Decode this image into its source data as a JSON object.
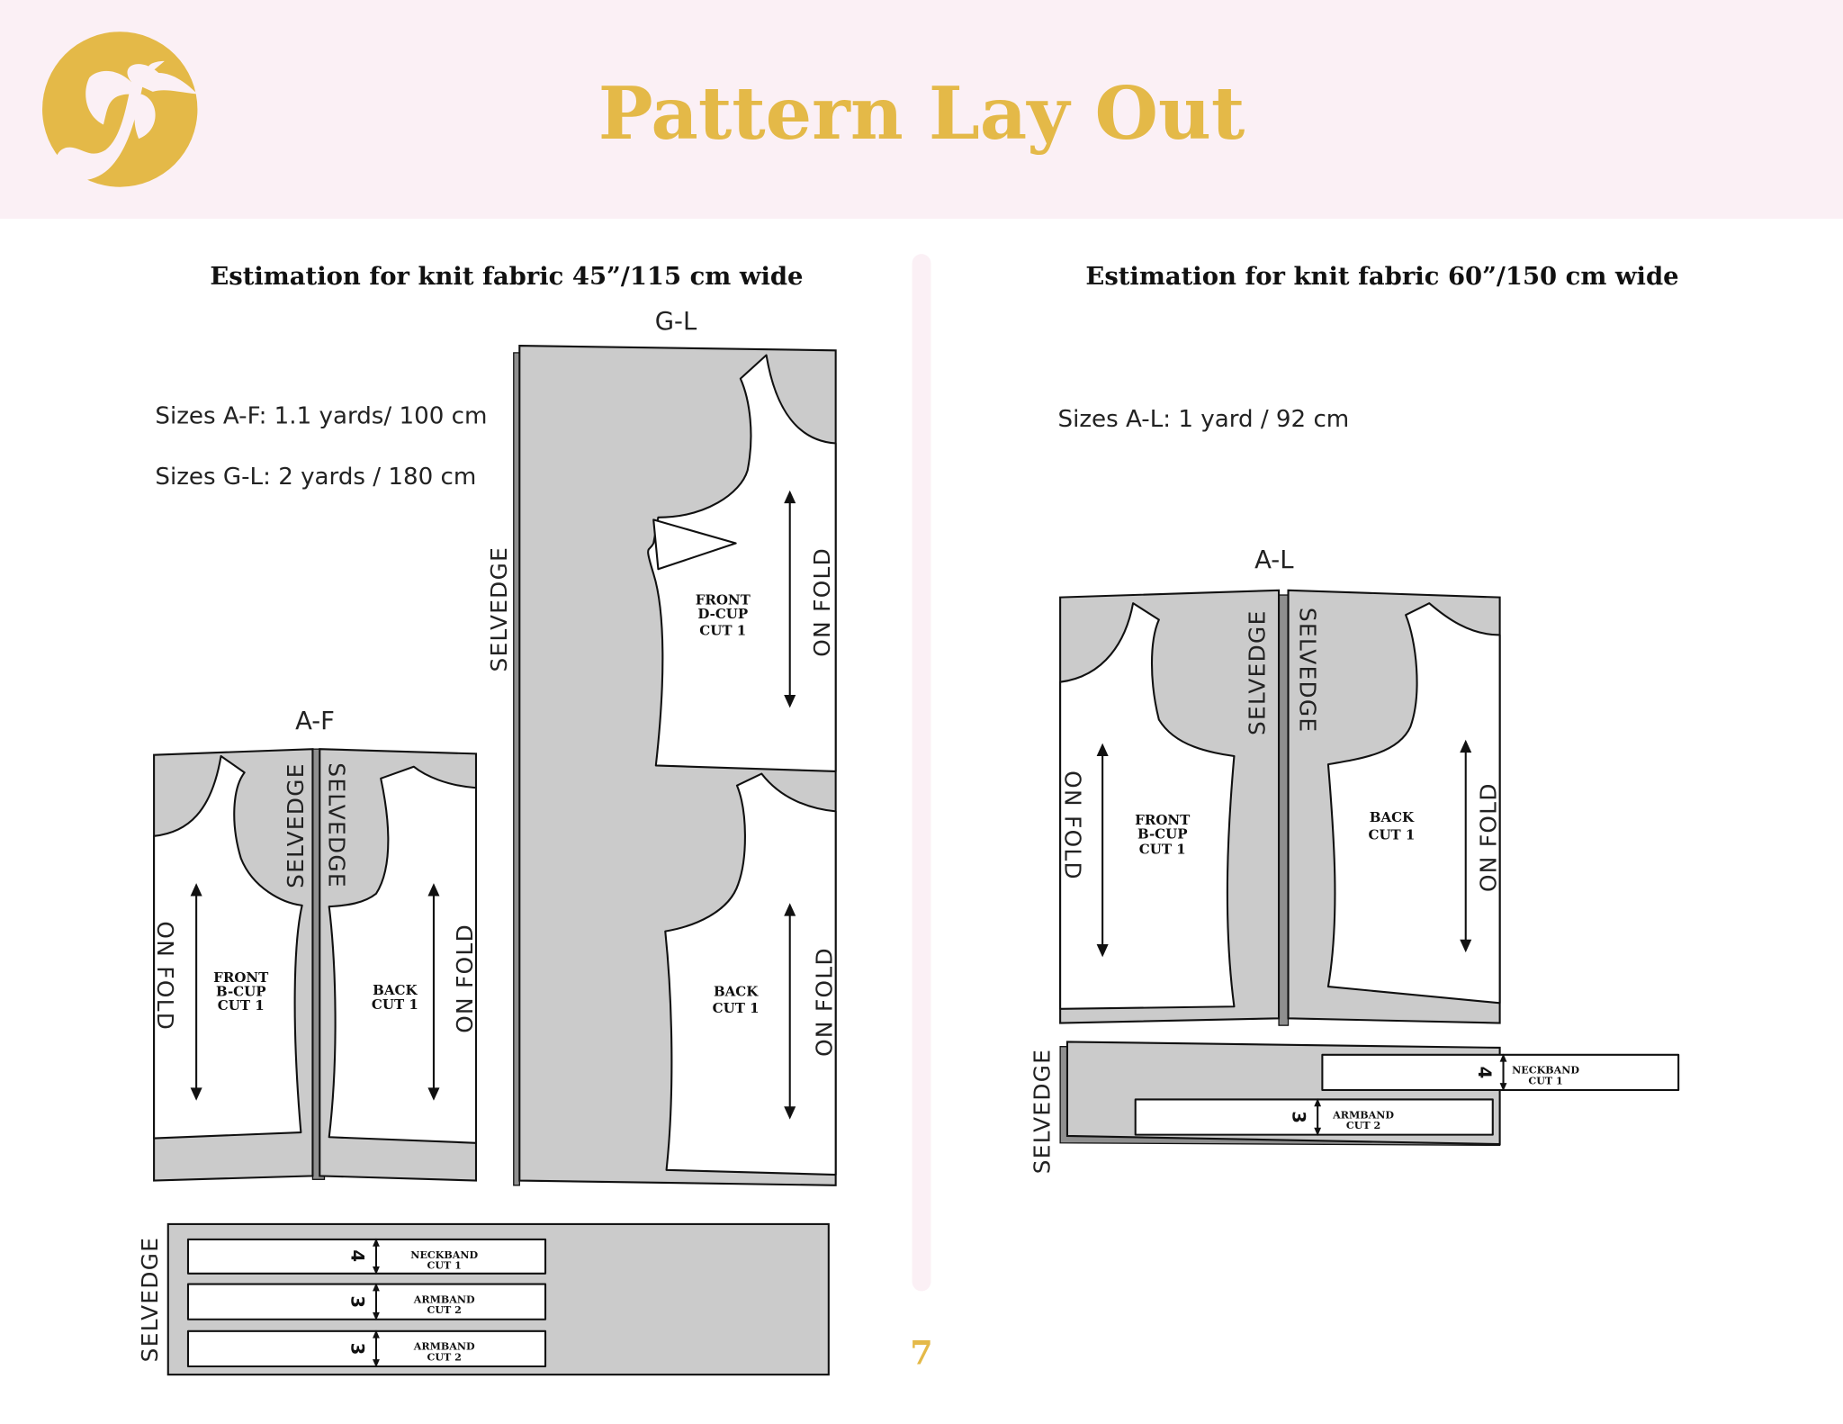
{
  "header": {
    "title": "Pattern Lay Out",
    "logo": "palm-tree-p-logo",
    "colors": {
      "band": "#fbf0f5",
      "accent": "#e4b948"
    }
  },
  "left": {
    "heading": "Estimation for knit fabric 45”/115 cm wide",
    "yardage": [
      "Sizes A-F: 1.1 yards/ 100 cm",
      "Sizes G-L: 2 yards / 180 cm"
    ],
    "layout_af": {
      "size_label": "A-F",
      "selvedge_left": "SELVEDGE",
      "selvedge_right": "SELVEDGE",
      "front": {
        "line1": "FRONT",
        "line2": "B-CUP",
        "line3": "CUT 1",
        "fold": "ON FOLD"
      },
      "back": {
        "line1": "BACK",
        "line2": "CUT 1",
        "fold": "ON FOLD"
      }
    },
    "layout_gl": {
      "size_label": "G-L",
      "selvedge": "SELVEDGE",
      "front": {
        "line1": "FRONT",
        "line2": "D-CUP",
        "line3": "CUT 1",
        "fold": "ON FOLD"
      },
      "back": {
        "line1": "BACK",
        "line2": "CUT 1",
        "fold": "ON FOLD"
      }
    },
    "bands": {
      "selvedge": "SELVEDGE",
      "items": [
        {
          "width": "4",
          "name": "NECKBAND",
          "cut": "CUT 1"
        },
        {
          "width": "3",
          "name": "ARMBAND",
          "cut": "CUT 2"
        },
        {
          "width": "3",
          "name": "ARMBAND",
          "cut": "CUT 2"
        }
      ]
    }
  },
  "right": {
    "heading": "Estimation for knit fabric 60”/150 cm wide",
    "yardage": [
      "Sizes A-L: 1 yard / 92 cm"
    ],
    "layout_al": {
      "size_label": "A-L",
      "selvedge_left": "SELVEDGE",
      "selvedge_right": "SELVEDGE",
      "front": {
        "line1": "FRONT",
        "line2": "B-CUP",
        "line3": "CUT 1",
        "fold": "ON FOLD"
      },
      "back": {
        "line1": "BACK",
        "line2": "CUT 1",
        "fold": "ON FOLD"
      }
    },
    "bands": {
      "selvedge": "SELVEDGE",
      "items": [
        {
          "width": "4",
          "name": "NECKBAND",
          "cut": "CUT 1"
        },
        {
          "width": "3",
          "name": "ARMBAND",
          "cut": "CUT 2"
        }
      ]
    }
  },
  "footer": {
    "page_number": "7"
  }
}
